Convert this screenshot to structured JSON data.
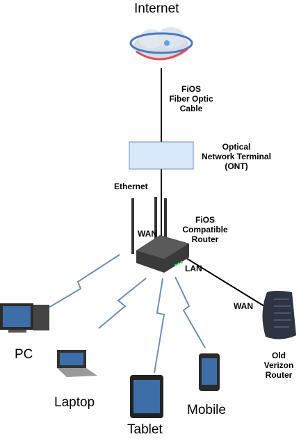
{
  "nodes": {
    "internet": {
      "label": "Internet"
    },
    "fiber_cable": {
      "lines": [
        "FiOS",
        "Fiber Optic",
        "Cable"
      ]
    },
    "ont": {
      "lines": [
        "Optical",
        "Network Terminal",
        "(ONT)"
      ]
    },
    "ethernet": {
      "label": "Ethernet"
    },
    "router": {
      "lines": [
        "FiOS",
        "Compatible",
        "Router"
      ],
      "wan": "WAN",
      "lan": "LAN"
    },
    "old_router": {
      "lines": [
        "Old",
        "Verizon",
        "Router"
      ],
      "wan": "WAN"
    },
    "pc": {
      "label": "PC"
    },
    "laptop": {
      "label": "Laptop"
    },
    "tablet": {
      "label": "Tablet"
    },
    "mobile": {
      "label": "Mobile"
    }
  },
  "colors": {
    "ont_fill": "#dae8fc",
    "ont_stroke": "#6c8ebf",
    "wireless": "#6c8ebf",
    "router_body": "#3a3a3a",
    "led": "#33ff66"
  }
}
